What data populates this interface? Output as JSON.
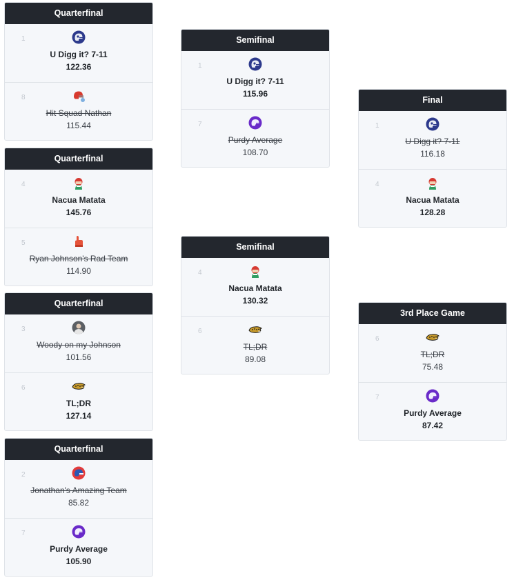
{
  "colors": {
    "header_bg": "#23272e",
    "card_bg": "#f5f7fa",
    "border": "#dfe3e8",
    "seed": "#c3c8cf"
  },
  "matchups": {
    "qf1": {
      "title": "Quarterfinal",
      "top": {
        "seed": "1",
        "name": "U Digg it? 7-11",
        "score": "122.36",
        "status": "winner",
        "icon": "helmet-navy-icon"
      },
      "bottom": {
        "seed": "8",
        "name": "Hit Squad Nathan",
        "score": "115.44",
        "status": "loser",
        "icon": "helmet-red-icon"
      }
    },
    "qf2": {
      "title": "Quarterfinal",
      "top": {
        "seed": "4",
        "name": "Nacua Matata",
        "score": "145.76",
        "status": "winner",
        "icon": "player-avatar-icon"
      },
      "bottom": {
        "seed": "5",
        "name": "Ryan Johnson's Rad Team",
        "score": "114.90",
        "status": "loser",
        "icon": "foam-finger-icon"
      }
    },
    "qf3": {
      "title": "Quarterfinal",
      "top": {
        "seed": "3",
        "name": "Woody on my Johnson",
        "score": "101.56",
        "status": "loser",
        "icon": "user-photo-icon"
      },
      "bottom": {
        "seed": "6",
        "name": "TL;DR",
        "score": "127.14",
        "status": "winner",
        "icon": "jaguar-icon"
      }
    },
    "qf4": {
      "title": "Quarterfinal",
      "top": {
        "seed": "2",
        "name": "Jonathan's Amazing Team",
        "score": "85.82",
        "status": "loser",
        "icon": "helmet-blue-red-icon"
      },
      "bottom": {
        "seed": "7",
        "name": "Purdy Average",
        "score": "105.90",
        "status": "winner",
        "icon": "helmet-purple-icon"
      }
    },
    "sf1": {
      "title": "Semifinal",
      "top": {
        "seed": "1",
        "name": "U Digg it? 7-11",
        "score": "115.96",
        "status": "winner",
        "icon": "helmet-navy-icon"
      },
      "bottom": {
        "seed": "7",
        "name": "Purdy Average",
        "score": "108.70",
        "status": "loser",
        "icon": "helmet-purple-icon"
      }
    },
    "sf2": {
      "title": "Semifinal",
      "top": {
        "seed": "4",
        "name": "Nacua Matata",
        "score": "130.32",
        "status": "winner",
        "icon": "player-avatar-icon"
      },
      "bottom": {
        "seed": "6",
        "name": "TL;DR",
        "score": "89.08",
        "status": "loser",
        "icon": "jaguar-icon"
      }
    },
    "final": {
      "title": "Final",
      "top": {
        "seed": "1",
        "name": "U Digg it? 7-11",
        "score": "116.18",
        "status": "loser",
        "icon": "helmet-navy-icon"
      },
      "bottom": {
        "seed": "4",
        "name": "Nacua Matata",
        "score": "128.28",
        "status": "winner",
        "icon": "player-avatar-icon"
      }
    },
    "third": {
      "title": "3rd Place Game",
      "top": {
        "seed": "6",
        "name": "TL;DR",
        "score": "75.48",
        "status": "loser",
        "icon": "jaguar-icon"
      },
      "bottom": {
        "seed": "7",
        "name": "Purdy Average",
        "score": "87.42",
        "status": "winner",
        "icon": "helmet-purple-icon"
      }
    }
  }
}
